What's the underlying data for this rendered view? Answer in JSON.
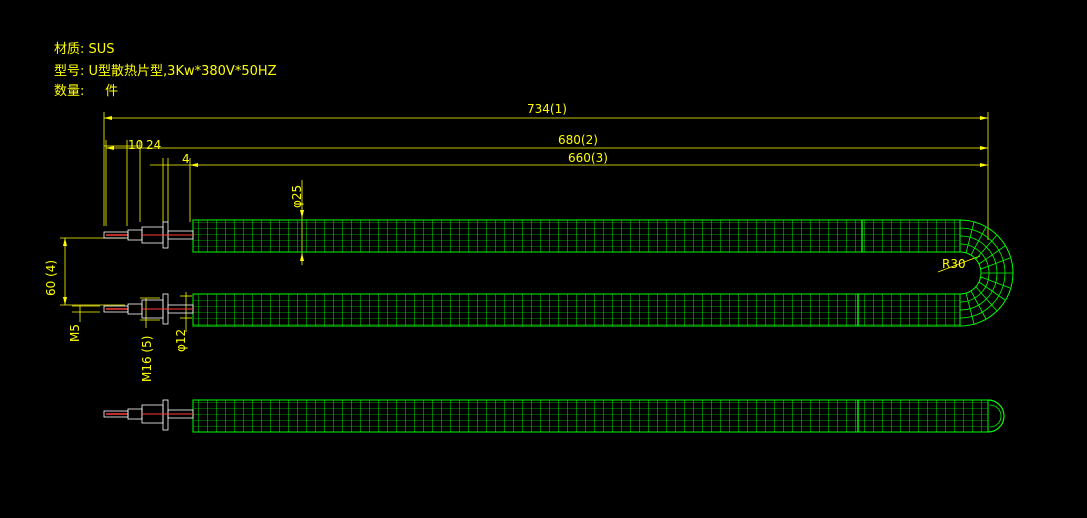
{
  "notes": {
    "material_label": "材质:",
    "material_value": "SUS",
    "model_label": "型号:",
    "model_value": "U型散热片型,3Kw*380V*50HZ",
    "quantity_label": "数量:",
    "quantity_value": "件"
  },
  "dimensions": {
    "overall_length": "734(1)",
    "length_2": "680(2)",
    "length_3": "660(3)",
    "terminal_stub": "10",
    "nut_length": "24",
    "flange_gap": "4",
    "fin_diameter": "φ25",
    "bend_radius": "R30",
    "pitch": "60 (4)",
    "screw_thread": "M5",
    "fitting_thread": "M16 (5)",
    "tube_diameter": "φ12"
  },
  "colors": {
    "background": "#000000",
    "dimension": "#ffff00",
    "fins": "#00ff00",
    "fitting": "#ffffff",
    "terminal": "#ff3a3a"
  }
}
